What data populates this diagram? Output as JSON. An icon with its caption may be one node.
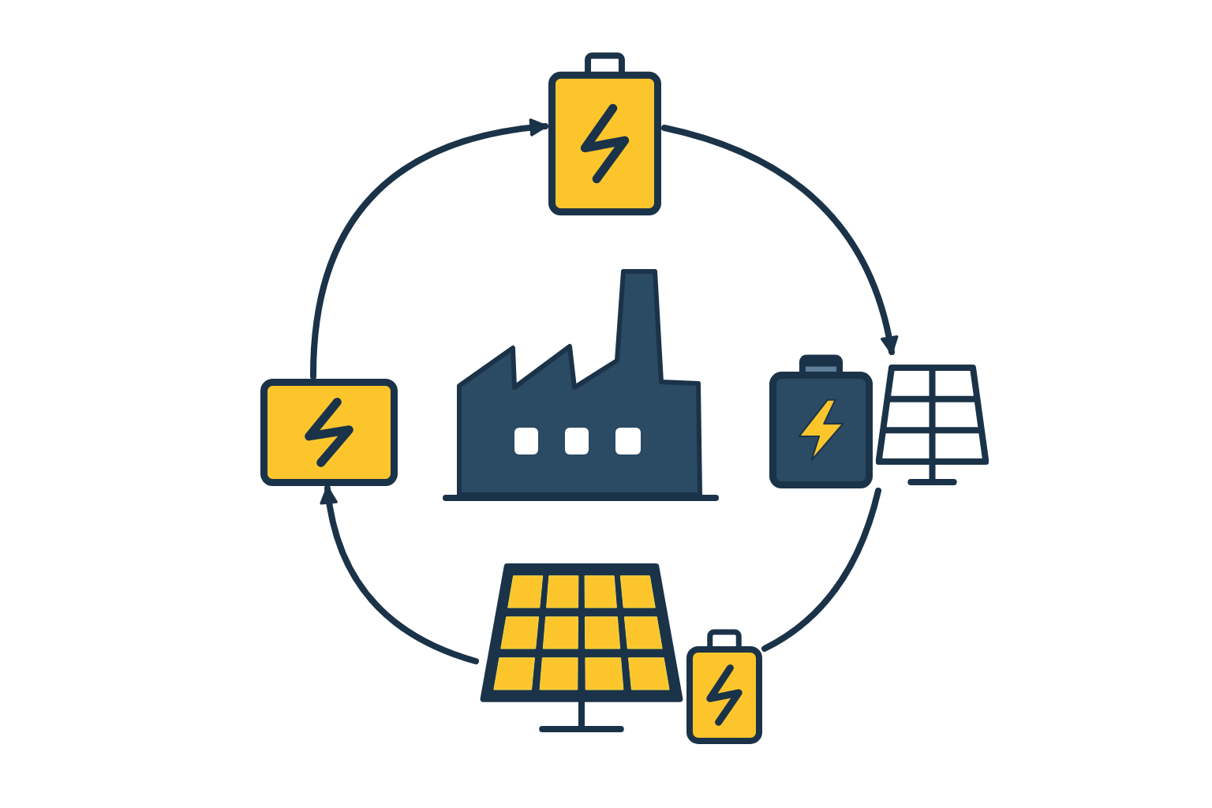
{
  "diagram": {
    "nodes": [
      {
        "text": [],
        "shape": "picture"
      },
      {
        "text": [],
        "shape": "picture"
      },
      {
        "text": [],
        "shape": "picture"
      },
      {
        "text": [],
        "shape": "picture"
      },
      {
        "text": [],
        "shape": "picture"
      }
    ],
    "edges": [
      {
        "from": 0,
        "to": 3,
        "arrow": "to"
      },
      {
        "from": 3,
        "to": 4,
        "arrow": "none"
      },
      {
        "from": 4,
        "to": 1,
        "arrow": "to"
      },
      {
        "from": 1,
        "to": 0,
        "arrow": "to"
      }
    ]
  }
}
